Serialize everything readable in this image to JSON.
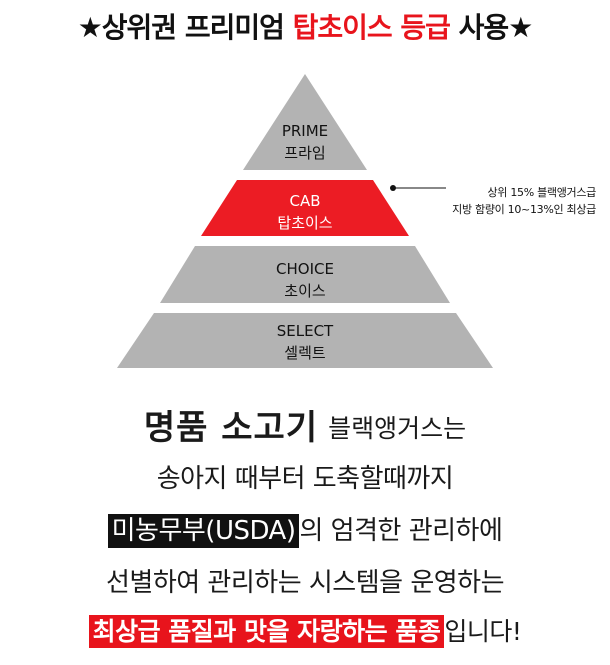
{
  "headline": {
    "part1": "★상위권 프리미엄 ",
    "highlight": "탑초이스 등급",
    "part2": " 사용★"
  },
  "pyramid": {
    "levels": [
      {
        "en": "PRIME",
        "ko": "프라임",
        "color": "#b3b3b3",
        "text_color": "#111111"
      },
      {
        "en": "CAB",
        "ko": "탑초이스",
        "color": "#ec1c24",
        "text_color": "#ffffff"
      },
      {
        "en": "CHOICE",
        "ko": "초이스",
        "color": "#b3b3b3",
        "text_color": "#111111"
      },
      {
        "en": "SELECT",
        "ko": "셀렉트",
        "color": "#b3b3b3",
        "text_color": "#111111"
      }
    ]
  },
  "note": {
    "line1": "상위 15% 블랙앵거스급",
    "line2": "지방 함량이 10~13%인 최상급"
  },
  "body": {
    "line1_big": "명품 소고기",
    "line1_rest": "블랙앵거스는",
    "line2": "송아지 때부터 도축할때까지",
    "line3_highlight": "미농무부(USDA)",
    "line3_rest": "의 엄격한 관리하에",
    "line4": "선별하여 관리하는 시스템을 운영하는",
    "line5_highlight": "최상급 품질과 맛을 자랑하는 품종",
    "line5_rest": "입니다!"
  },
  "colors": {
    "accent": "#e8141c",
    "gray": "#b3b3b3",
    "black": "#111111"
  }
}
